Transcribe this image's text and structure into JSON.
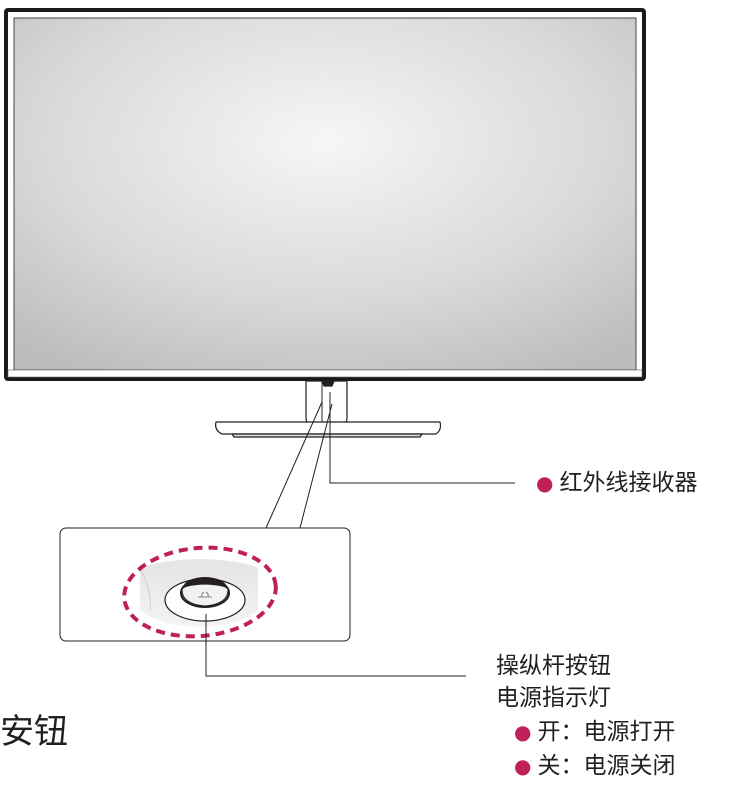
{
  "callouts": {
    "ir_receiver": "红外线接收器",
    "joystick": "操纵杆按钮",
    "power_indicator": "电源指示灯",
    "on_state": "开：电源打开",
    "off_state": "关：电源关闭",
    "partial_heading": "安钮"
  },
  "colors": {
    "highlight": "#c0205a",
    "bezel": "#1a1a1a",
    "line": "#231f20"
  }
}
